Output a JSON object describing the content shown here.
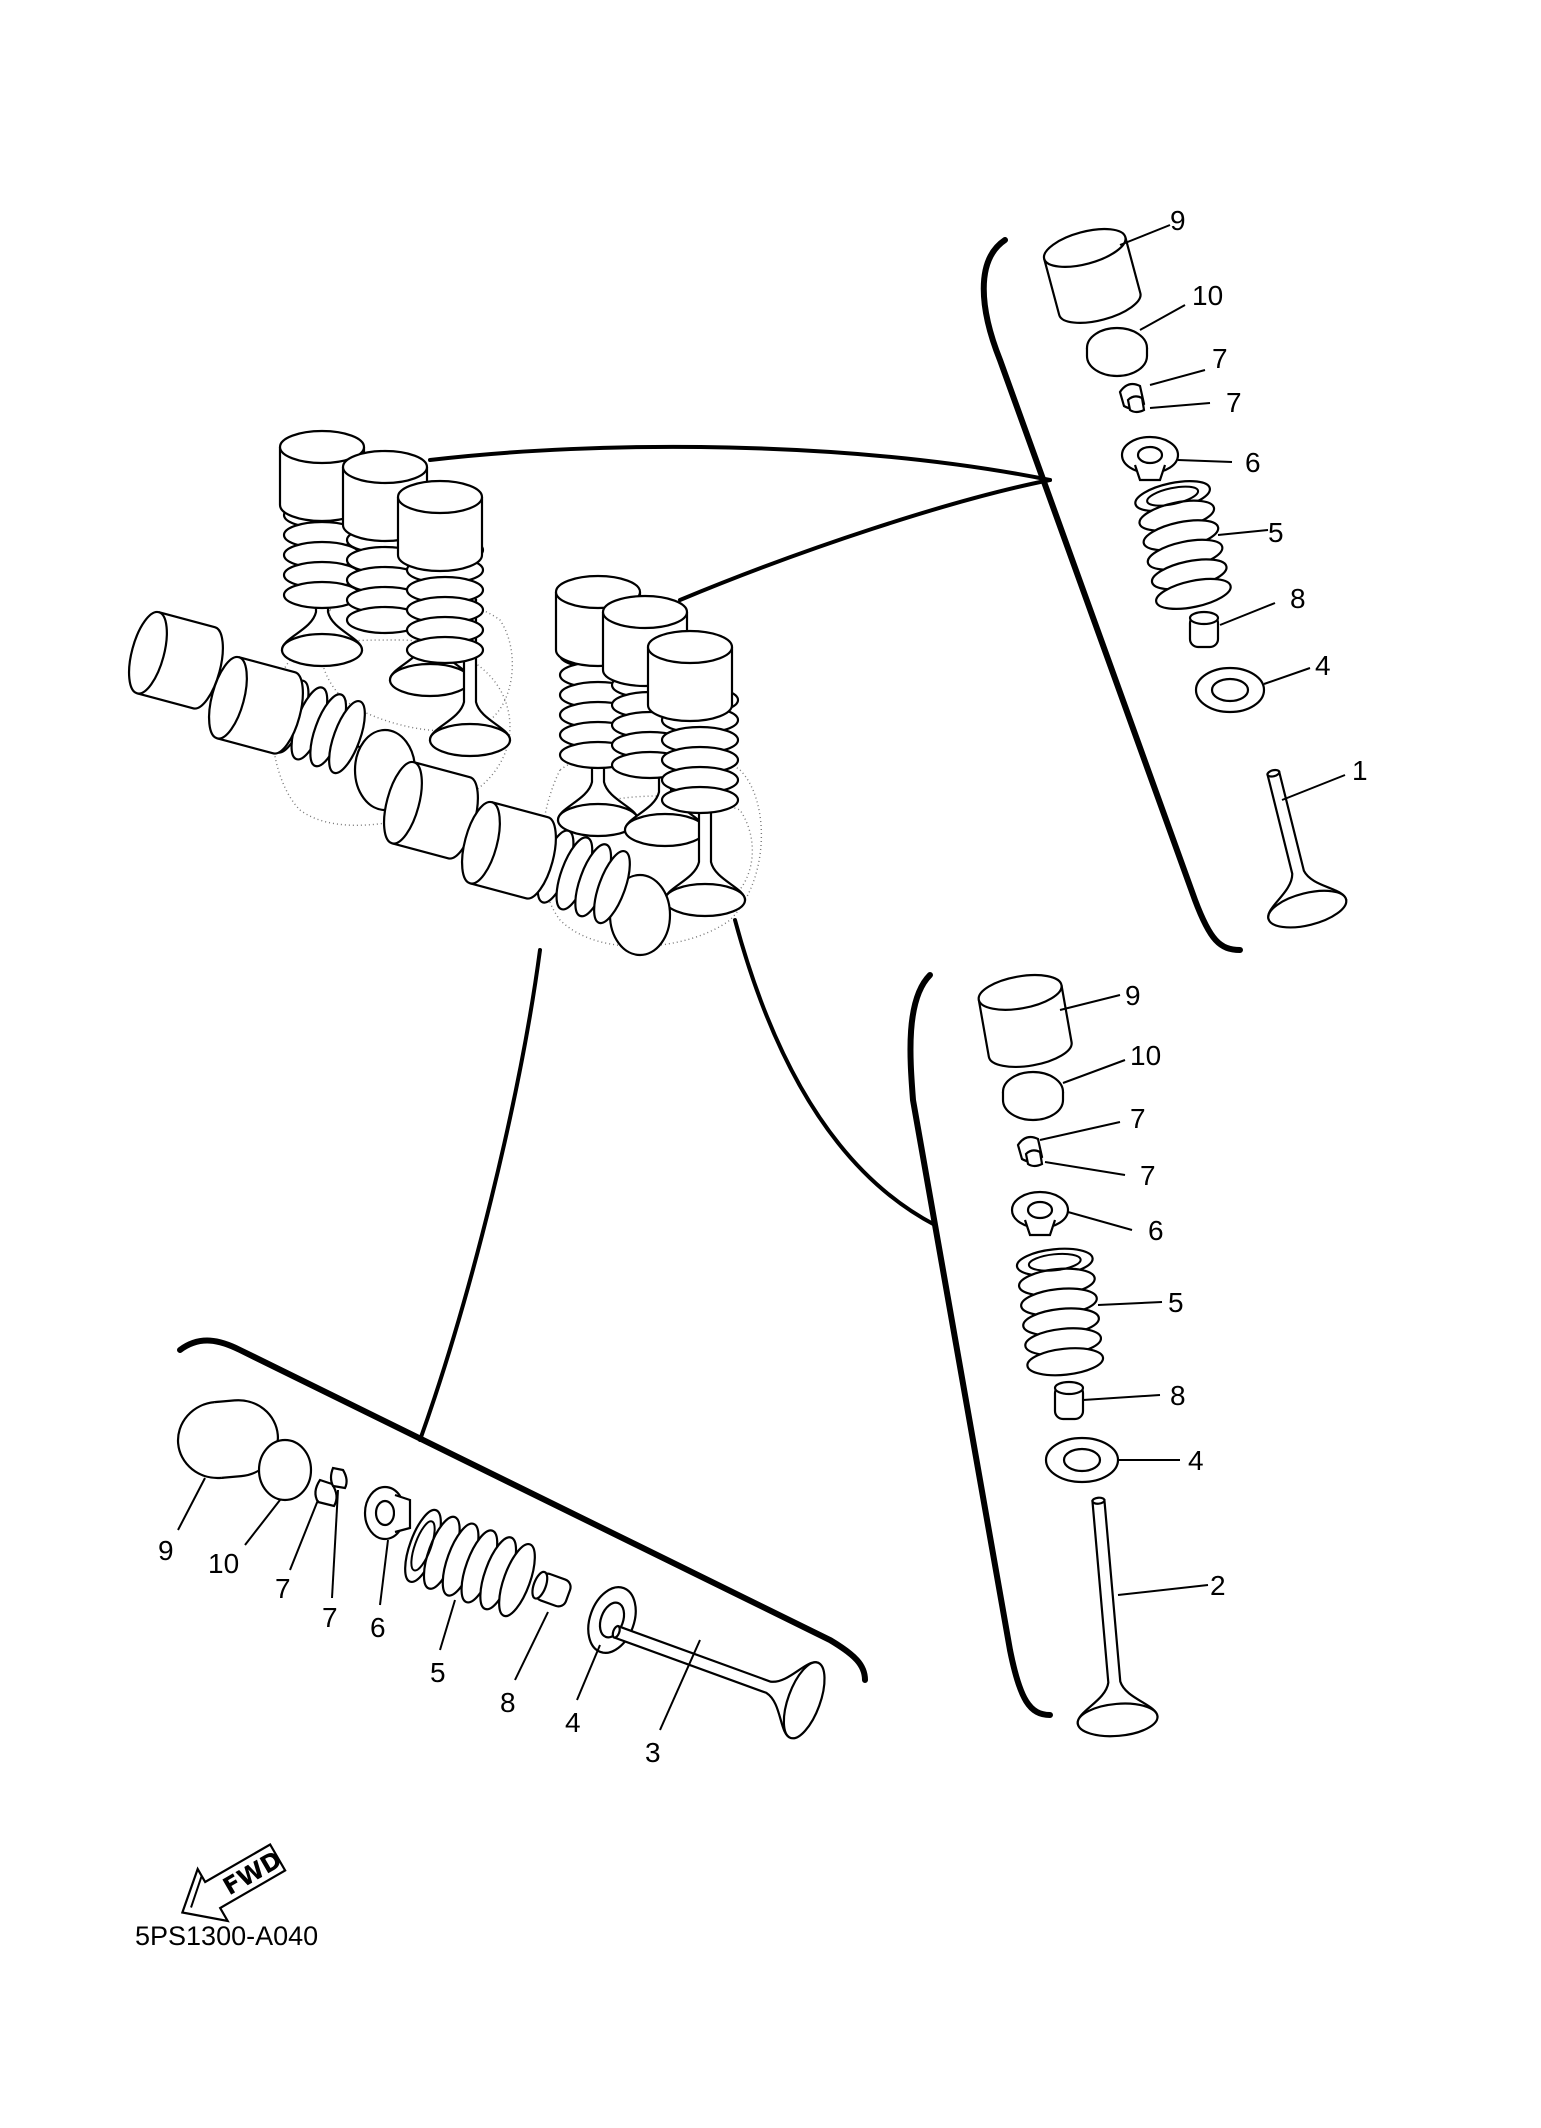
{
  "diagram": {
    "code": "5PS1300-A040",
    "fwd_label": "FWD",
    "callouts_top_right": [
      "9",
      "10",
      "7",
      "7",
      "6",
      "5",
      "8",
      "4",
      "1"
    ],
    "callouts_right": [
      "9",
      "10",
      "7",
      "7",
      "6",
      "5",
      "8",
      "4",
      "2"
    ],
    "callouts_bottom_left": [
      "9",
      "10",
      "7",
      "7",
      "6",
      "5",
      "8",
      "4",
      "3"
    ]
  }
}
